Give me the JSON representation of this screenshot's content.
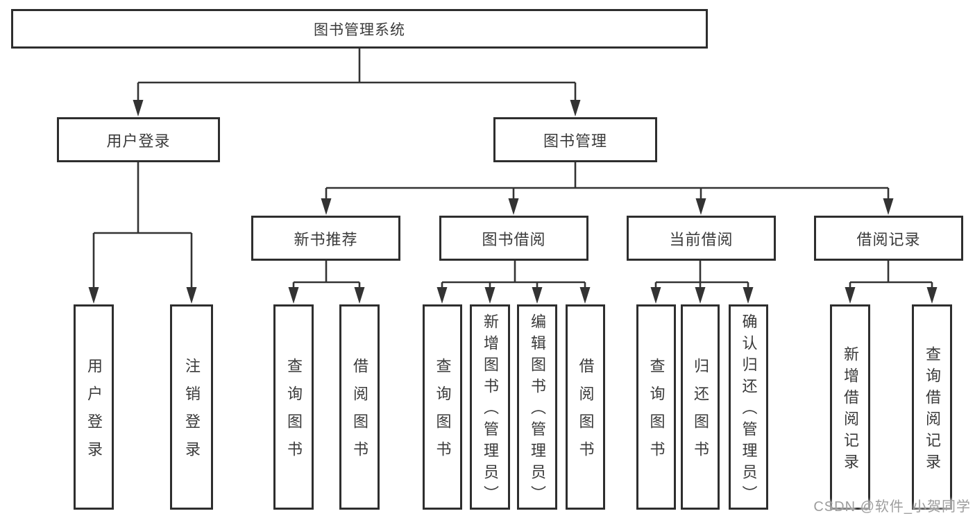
{
  "diagram": {
    "root": {
      "label": "图书管理系统"
    },
    "level2": {
      "user_login": {
        "label": "用户登录"
      },
      "book_mgmt": {
        "label": "图书管理"
      }
    },
    "level3": {
      "new_book_rec": {
        "label": "新书推荐"
      },
      "book_borrow": {
        "label": "图书借阅"
      },
      "current_borrow": {
        "label": "当前借阅"
      },
      "borrow_record": {
        "label": "借阅记录"
      }
    },
    "leaves": {
      "user_login": {
        "label": "用户登录"
      },
      "logout": {
        "label": "注销登录"
      },
      "query_book_new": {
        "label": "查询图书"
      },
      "borrow_book_new": {
        "label": "借阅图书"
      },
      "query_book_borrow": {
        "label": "查询图书"
      },
      "add_book_admin": {
        "label": "新增图书（管理员）"
      },
      "edit_book_admin": {
        "label": "编辑图书（管理员）"
      },
      "borrow_book_borrow": {
        "label": "借阅图书"
      },
      "query_book_current": {
        "label": "查询图书"
      },
      "return_book": {
        "label": "归还图书"
      },
      "confirm_return_admin": {
        "label": "确认归还（管理员）"
      },
      "add_borrow_record": {
        "label": "新增借阅记录"
      },
      "query_borrow_record": {
        "label": "查询借阅记录"
      }
    },
    "watermark": {
      "text": "CSDN @软件_小贺同学"
    },
    "colors": {
      "line": "#333333",
      "box_border": "#2e2e2e",
      "box_fill": "#ffffff",
      "text": "#3a3a3a",
      "watermark": "#9d9d9d",
      "background": "#ffffff"
    }
  }
}
